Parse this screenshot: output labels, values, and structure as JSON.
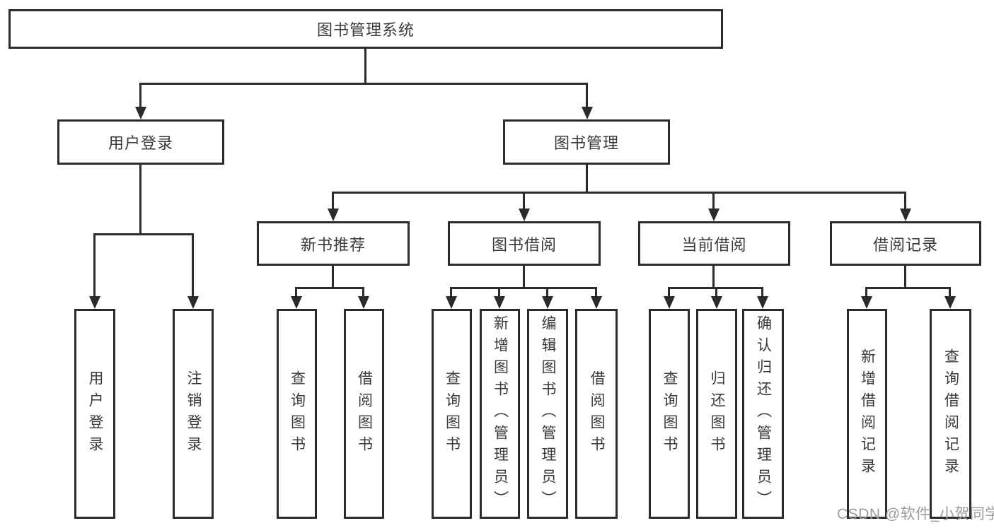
{
  "diagram_title": "图书管理系统",
  "tree": {
    "root": {
      "label": "图书管理系统"
    },
    "branches": [
      {
        "label": "用户登录",
        "children": [
          "用户登录",
          "注销登录"
        ]
      },
      {
        "label": "图书管理",
        "sections": [
          {
            "label": "新书推荐",
            "children": [
              "查询图书",
              "借阅图书"
            ]
          },
          {
            "label": "图书借阅",
            "children": [
              "查询图书",
              "新增图书（管理员）",
              "编辑图书（管理员）",
              "借阅图书"
            ]
          },
          {
            "label": "当前借阅",
            "children": [
              "查询图书",
              "归还图书",
              "确认归还（管理员）"
            ]
          },
          {
            "label": "借阅记录",
            "children": [
              "新增借阅记录",
              "查询借阅记录"
            ]
          }
        ]
      }
    ]
  },
  "watermark": {
    "text": "CSDN @软件_小贺同学",
    "color": "#9c9c9c"
  },
  "colors": {
    "line": "#2b2b2b",
    "box_border": "#2b2b2b",
    "text": "#3a3a3a",
    "background": "#ffffff"
  }
}
